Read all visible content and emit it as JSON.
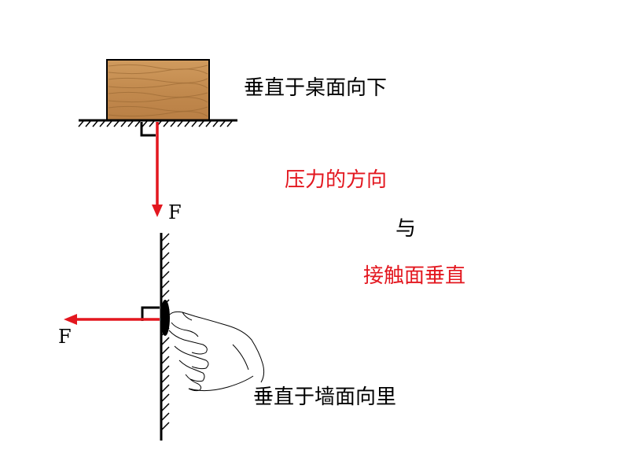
{
  "labels": {
    "table_direction": "垂直于桌面向下",
    "pressure_direction": "压力的方向",
    "and": "与",
    "contact_surface": "接触面垂直",
    "wall_direction": "垂直于墙面向里"
  },
  "force_label_top": "F",
  "force_label_left": "F",
  "colors": {
    "arrow": "#e3171f",
    "highlight_text": "#e3171f",
    "wood_base": "#c8955a",
    "wood_grain": "#9c6a34"
  }
}
